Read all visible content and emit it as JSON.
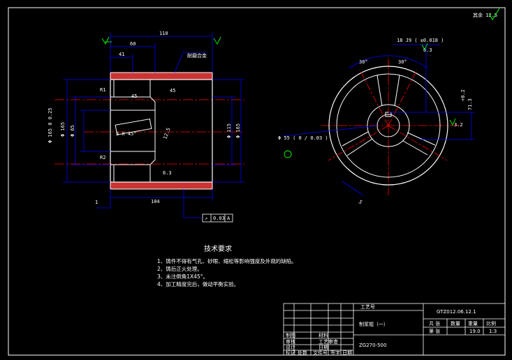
{
  "drawing": {
    "corner_roughness": "其余 12.5",
    "material_label": "耐磨合金",
    "tech_req_title": "技术要求",
    "tech_requirements": [
      "1、铸件不得有气孔、砂眼、缩松等影响强度及外观的缺陷。",
      "2、铸后正火处理。",
      "3、未注倒角1X45°。",
      "4、加工精度完后，做动平衡实验。"
    ],
    "dims_front": {
      "overall_length": "110",
      "left_width": "60",
      "flange_offset": "41",
      "outer_dia": "Φ 165 0 0.25",
      "bore_dia": "Φ 165",
      "shaft_dia": "Φ 65",
      "inner_dia_1": "Φ 115",
      "inner_dia_2": "Φ 165",
      "bottom_len": "104",
      "left_gap": "1",
      "keyway": "2 X 45°",
      "angle_label": "45",
      "runout": "0.03",
      "datum": "A",
      "chamfer_a": "R1",
      "chamfer_b": "R2",
      "chamfer_c": "45",
      "chamfer_d": "6.3",
      "inner_ra": "12.5"
    },
    "dims_side": {
      "keyway_width": "18 J9 ( ±0.018 )",
      "keyway_depth": "71.3",
      "angle_left": "30°",
      "angle_right": "30°",
      "hub_dia": "Φ 55 ( 0 / 0.03 )",
      "ra_right": "3.2",
      "ra_top": "6.3",
      "spoke_thk": "5",
      "tol_r": "+0.2"
    }
  },
  "title_block": {
    "drawing_no": "GTZ012.06.12.1",
    "part_name": "制浆辊（一）",
    "part_no": "ZG270-500",
    "scale_label": "比例",
    "scale_value": "1:3",
    "qty_label": "数量",
    "weight_label": "重量",
    "weight_value": "19.0",
    "sheet_total": "共 张",
    "sheet_no": "第 张",
    "drafted": "制图",
    "designed": "设计",
    "checked": "审核",
    "material": "材料",
    "process": "工艺审查",
    "date": "日期",
    "mark": "标记",
    "count": "处数",
    "doc_no": "文件号",
    "sign": "签字",
    "top_small": "工艺号"
  }
}
